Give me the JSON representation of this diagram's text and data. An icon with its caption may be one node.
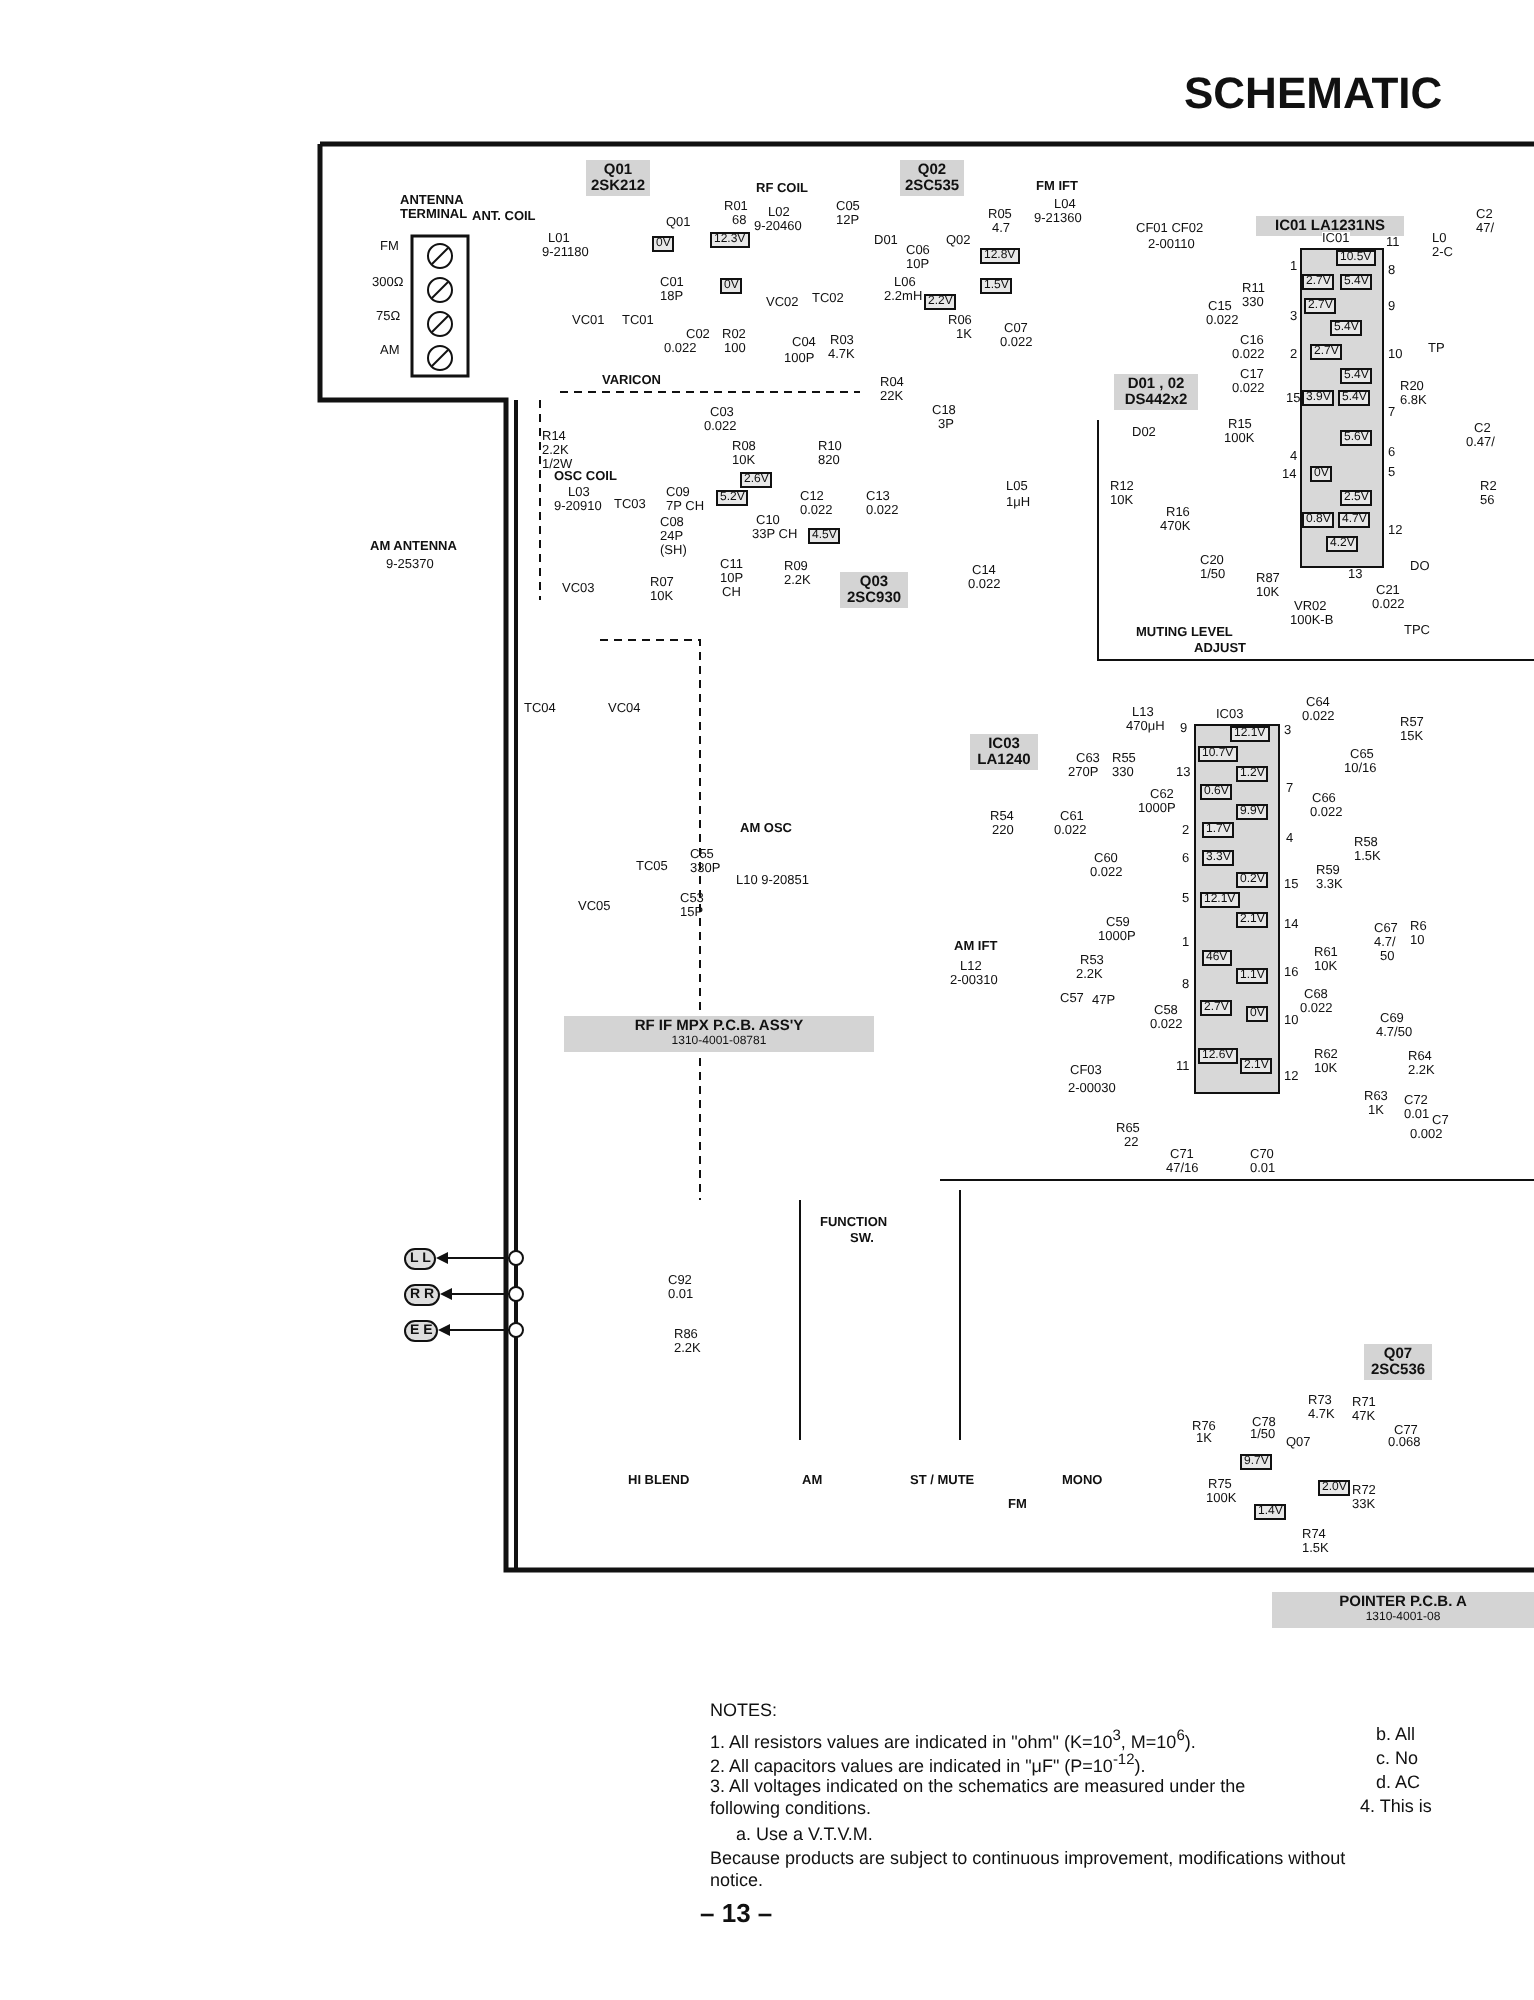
{
  "diagram": {
    "title": "SCHEMATIC",
    "nodes": [
      {
        "text": [
          "Q01 2SK212"
        ]
      },
      {
        "text": [
          "Q02 2SC535"
        ]
      },
      {
        "text": [
          "Q03 2SC930"
        ]
      },
      {
        "text": [
          "IC01 LA1231NS"
        ]
      },
      {
        "text": [
          "D01 , 02 DS442x2"
        ]
      },
      {
        "text": [
          "IC03 LA1240"
        ]
      },
      {
        "text": [
          "RF IF MPX P.C.B. ASS'Y",
          "1310-4001-08781"
        ]
      },
      {
        "text": [
          "Q07 2SC536"
        ]
      },
      {
        "text": [
          "POINTER P.C.B. A",
          "1310-4001-08"
        ]
      },
      {
        "text": [
          "IC01"
        ]
      },
      {
        "text": [
          "10.5V"
        ],
        "in": 9
      },
      {
        "text": [
          "2.7V"
        ],
        "in": 9
      },
      {
        "text": [
          "5.4V"
        ],
        "in": 9
      },
      {
        "text": [
          "2.7V"
        ],
        "in": 9
      },
      {
        "text": [
          "5.4V"
        ],
        "in": 9
      },
      {
        "text": [
          "2.7V"
        ],
        "in": 9
      },
      {
        "text": [
          "5.4V"
        ],
        "in": 9
      },
      {
        "text": [
          "3.9V"
        ],
        "in": 9
      },
      {
        "text": [
          "5.4V"
        ],
        "in": 9
      },
      {
        "text": [
          "5.6V"
        ],
        "in": 9
      },
      {
        "text": [
          "0V"
        ],
        "in": 9
      },
      {
        "text": [
          "2.5V"
        ],
        "in": 9
      },
      {
        "text": [
          "0.8V"
        ],
        "in": 9
      },
      {
        "text": [
          "4.7V"
        ],
        "in": 9
      },
      {
        "text": [
          "4.2V"
        ],
        "in": 9
      },
      {
        "text": [
          "IC03"
        ]
      },
      {
        "text": [
          "12.1V"
        ],
        "in": 25
      },
      {
        "text": [
          "10.7V"
        ],
        "in": 25
      },
      {
        "text": [
          "1.2V"
        ],
        "in": 25
      },
      {
        "text": [
          "0.6V"
        ],
        "in": 25
      },
      {
        "text": [
          "9.9V"
        ],
        "in": 25
      },
      {
        "text": [
          "1.7V"
        ],
        "in": 25
      },
      {
        "text": [
          "3.3V"
        ],
        "in": 25
      },
      {
        "text": [
          "0.2V"
        ],
        "in": 25
      },
      {
        "text": [
          "12.1V"
        ],
        "in": 25
      },
      {
        "text": [
          "2.1V"
        ],
        "in": 25
      },
      {
        "text": [
          "46V"
        ],
        "in": 25
      },
      {
        "text": [
          "1.1V"
        ],
        "in": 25
      },
      {
        "text": [
          "2.7V"
        ],
        "in": 25
      },
      {
        "text": [
          "0V"
        ],
        "in": 25
      },
      {
        "text": [
          "12.6V"
        ],
        "in": 25
      },
      {
        "text": [
          "2.1V"
        ],
        "in": 25
      },
      {
        "text": [
          "0V"
        ]
      },
      {
        "text": [
          "12.3V"
        ]
      },
      {
        "text": [
          "0V"
        ]
      },
      {
        "text": [
          "12.8V"
        ]
      },
      {
        "text": [
          "1.5V"
        ]
      },
      {
        "text": [
          "2.2V"
        ]
      },
      {
        "text": [
          "2.6V"
        ]
      },
      {
        "text": [
          "5.2V"
        ]
      },
      {
        "text": [
          "4.5V"
        ]
      },
      {
        "text": [
          "9.7V"
        ]
      },
      {
        "text": [
          "2.0V"
        ]
      },
      {
        "text": [
          "1.4V"
        ]
      },
      {
        "text": [
          "L L"
        ]
      },
      {
        "text": [
          "R R"
        ]
      },
      {
        "text": [
          "E E"
        ]
      }
    ],
    "edges": [
      {
        "from": null,
        "to": 54,
        "arrow": "to"
      },
      {
        "from": null,
        "to": 55,
        "arrow": "to"
      },
      {
        "from": null,
        "to": 56,
        "arrow": "to"
      }
    ],
    "labels": [
      "ANTENNA TERMINAL",
      "FM",
      "300Ω",
      "75Ω",
      "AM",
      "ANT. COIL",
      "L01",
      "9-21180",
      "RF COIL",
      "R01",
      "68",
      "L02",
      "9-20460",
      "C05",
      "12P",
      "Q01",
      "D01",
      "C06",
      "10P",
      "Q02",
      "R05",
      "4.7",
      "FM IFT",
      "L04",
      "9-21360",
      "C01",
      "18P",
      "VC02",
      "TC02",
      "L06",
      "2.2mH",
      "VC01",
      "TC01",
      "R06",
      "1K",
      "C07",
      "0.022",
      "C02",
      "0.022",
      "R02",
      "100",
      "C04",
      "100P",
      "R03",
      "4.7K",
      "VARICON",
      "R04",
      "22K",
      "C18",
      "3P",
      "C03",
      "0.022",
      "R14",
      "2.2K",
      "1/2W",
      "R08",
      "10K",
      "R10",
      "820",
      "OSC COIL",
      "L03",
      "9-20910",
      "TC03",
      "C09",
      "7P CH",
      "C12",
      "0.022",
      "C13",
      "0.022",
      "C10",
      "33P CH",
      "C08",
      "24P",
      "(SH)",
      "AM ANTENNA",
      "9-25370",
      "C11",
      "10P",
      "CH",
      "R07",
      "10K",
      "R09",
      "2.2K",
      "VC03",
      "L05",
      "1μH",
      "C14",
      "0.022",
      "CF01 CF02",
      "2-00110",
      "R11",
      "330",
      "C15",
      "0.022",
      "C16",
      "0.022",
      "C17",
      "0.022",
      "R15",
      "100K",
      "D02",
      "R12",
      "10K",
      "R16",
      "470K",
      "C20",
      "1/50",
      "R87",
      "10K",
      "VR02",
      "100K-B",
      "C21",
      "0.022",
      "MUTING LEVEL",
      "ADJUST",
      "1",
      "11",
      "8",
      "3",
      "9",
      "2",
      "10",
      "15",
      "7",
      "6",
      "4",
      "14",
      "5",
      "12",
      "13",
      "C2",
      "47/",
      "L0",
      "2-C",
      "TP",
      "R20",
      "6.8K",
      "C2",
      "0.47/",
      "R2",
      "56",
      "DO",
      "TPC",
      "TC04",
      "VC04",
      "AM OSC",
      "TC05",
      "C55",
      "330P",
      "L10 9-20851",
      "VC05",
      "C53",
      "15P",
      "C63",
      "270P",
      "R55",
      "330",
      "L13",
      "470μH",
      "C62",
      "1000P",
      "R54",
      "220",
      "C61",
      "0.022",
      "C60",
      "0.022",
      "C59",
      "1000P",
      "AM IFT",
      "L12",
      "2-00310",
      "R53",
      "2.2K",
      "C57",
      "47P",
      "C58",
      "0.022",
      "CF03",
      "2-00030",
      "R65",
      "22",
      "9",
      "3",
      "13",
      "7",
      "2",
      "4",
      "6",
      "15",
      "5",
      "14",
      "1",
      "8",
      "16",
      "10",
      "11",
      "12",
      "C64",
      "0.022",
      "C65",
      "10/16",
      "R57",
      "15K",
      "C66",
      "0.022",
      "R58",
      "1.5K",
      "R59",
      "3.3K",
      "R6",
      "10",
      "C67",
      "4.7/",
      "50",
      "R61",
      "10K",
      "C68",
      "0.022",
      "C69",
      "4.7/50",
      "R62",
      "10K",
      "R64",
      "2.2K",
      "R63",
      "1K",
      "C72",
      "0.01",
      "C7",
      "0.002",
      "C71",
      "47/16",
      "C70",
      "0.01",
      "FUNCTION",
      "SW.",
      "C92",
      "0.01",
      "R86",
      "2.2K",
      "HI BLEND",
      "AM",
      "ST / MUTE",
      "MONO",
      "FM",
      "R73",
      "4.7K",
      "R71",
      "47K",
      "C78",
      "1/50",
      "R76",
      "1K",
      "Q07",
      "C77",
      "0.068",
      "R75",
      "100K",
      "R74",
      "1.5K",
      "R72",
      "33K",
      "NOTES:",
      "1. All resistors values are indicated in \"ohm\" (K=10$^{3}$, M=10$^{6}$).",
      "2. All capacitors values are indicated in \"μF\" (P=10$^{-12}$).",
      "3. All voltages indicated on the schematics are measured under the following conditions.",
      "a. Use a V.T.V.M.",
      "Because products are subject to continuous improvement, modifications without notice.",
      "b. All",
      "c. No",
      "d. AC",
      "4. This is",
      "– 13 –"
    ]
  }
}
